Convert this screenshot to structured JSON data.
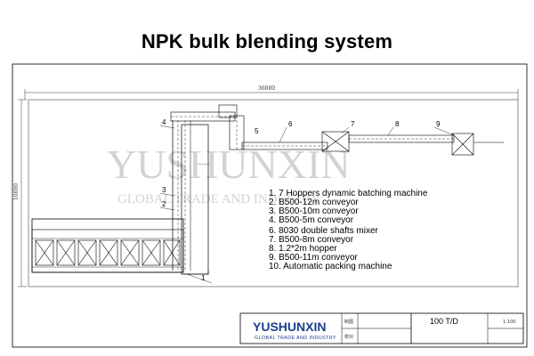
{
  "title": "NPK bulk blending system",
  "dimensions": {
    "overall_length": "36000",
    "overall_height": "10000"
  },
  "callouts": [
    "1",
    "2",
    "3",
    "4",
    "5",
    "6",
    "7",
    "8",
    "9"
  ],
  "legend": [
    "1. 7 Hoppers dynamic batching machine",
    "2. B500-12m conveyor",
    "3. B500-10m conveyor",
    "4. B500-5m conveyor",
    "6. 8030 double shafts mixer",
    "7. B500-8m conveyor",
    "8. 1.2*2m hopper",
    "9. B500-11m conveyor",
    "10. Automatic packing machine"
  ],
  "watermark": {
    "main": "YUSHUNXIN",
    "sub": "GLOBAL TRADE AND INDUSTRY"
  },
  "title_block": {
    "logo_text": "YUSHUNXIN",
    "logo_sub": "GLOBAL TRADE AND INDUSTRY",
    "label_design": "制图",
    "label_check": "校对",
    "capacity": "100 T/D",
    "scale": "1:100"
  }
}
